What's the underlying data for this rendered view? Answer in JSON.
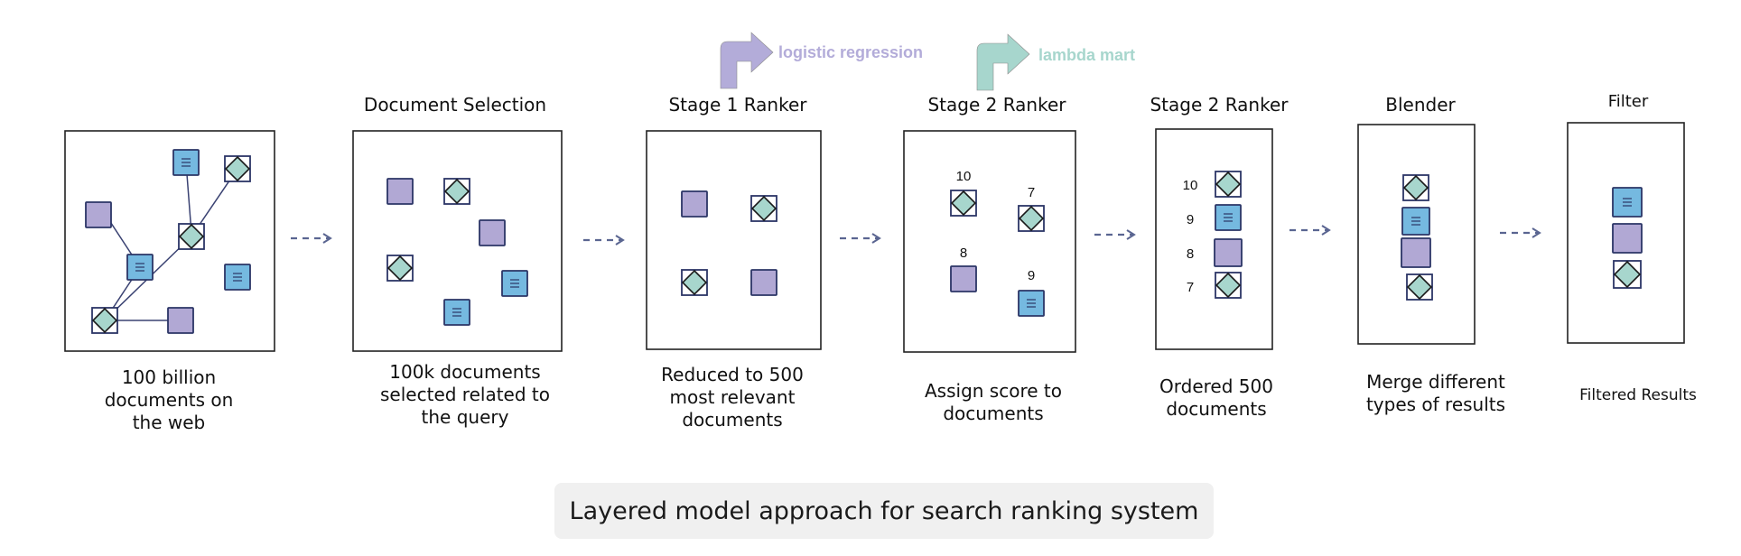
{
  "stages": [
    {
      "title": "",
      "caption": "100 billion\ndocuments on\nthe web"
    },
    {
      "title": "Document Selection",
      "caption": "100k documents\nselected related to\nthe query"
    },
    {
      "title": "Stage 1 Ranker",
      "caption": "Reduced to 500\nmost relevant\ndocuments"
    },
    {
      "title": "Stage 2 Ranker",
      "caption": "Assign score to\ndocuments"
    },
    {
      "title": "Stage 2 Ranker",
      "caption": "Ordered 500\ndocuments"
    },
    {
      "title": "Blender",
      "caption": "Merge different\ntypes of results"
    },
    {
      "title": "Filter",
      "caption": "Filtered Results"
    }
  ],
  "annotations": [
    {
      "label": "logistic regression",
      "color": "#b3acd9"
    },
    {
      "label": "lambda mart",
      "color": "#a7d6cd"
    }
  ],
  "scores": {
    "stage2": [
      "10",
      "7",
      "8",
      "9"
    ],
    "ordered": [
      "10",
      "9",
      "8",
      "7"
    ]
  },
  "footer": "Layered model approach for search ranking system",
  "colors": {
    "purple_doc": "#b1a8d4",
    "blue_doc": "#75b9e0",
    "teal_diamond": "#a7d6cd",
    "stroke": "#2b3566",
    "arrow": "#5a6591"
  },
  "icons": {
    "purple": "purple-document-icon",
    "blue": "blue-text-document-icon",
    "teal": "teal-diamond-document-icon"
  }
}
